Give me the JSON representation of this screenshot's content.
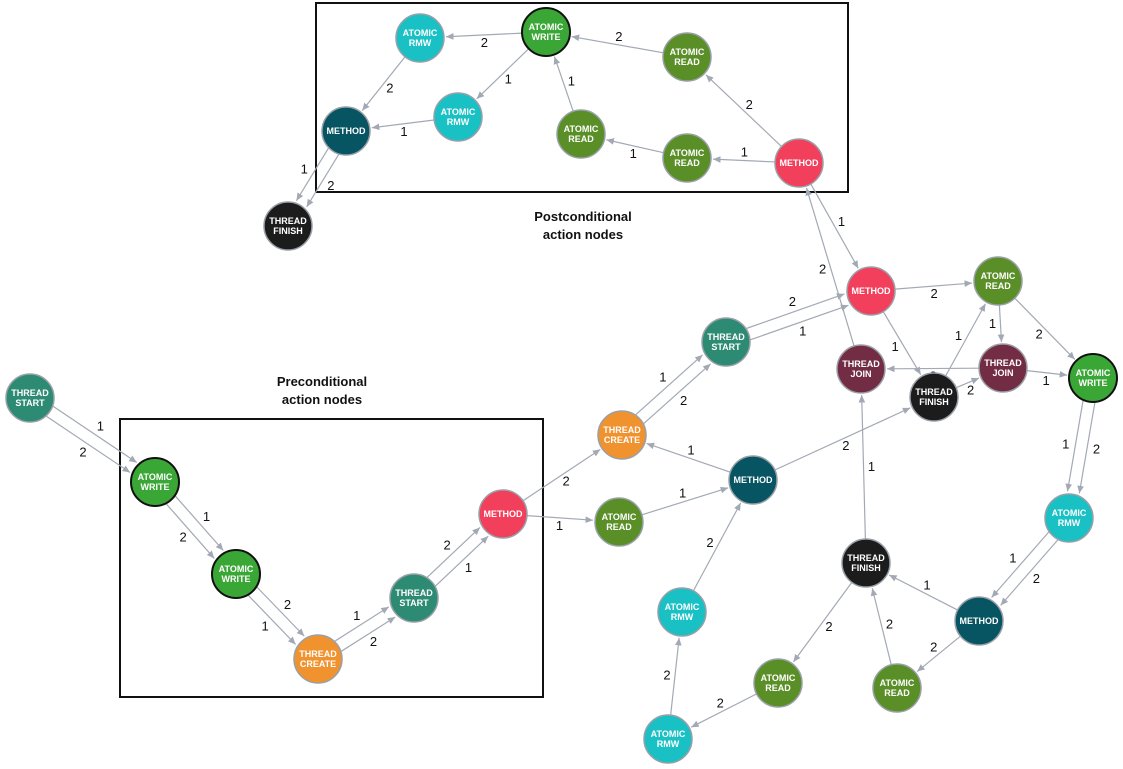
{
  "diagram": {
    "captions": {
      "postconditional": [
        "Postconditional",
        "action nodes"
      ],
      "preconditional": [
        "Preconditional",
        "action nodes"
      ]
    },
    "colors": {
      "thread_start": "#2e8b73",
      "atomic_write": "#3aa636",
      "atomic_rmw": "#19c0c4",
      "thread_create": "#f0922e",
      "method_red": "#f23f5b",
      "method_teal": "#075462",
      "atomic_read": "#5a8f27",
      "thread_join": "#722d45",
      "thread_finish": "#1c1c1c",
      "edge": "#a3a9b4",
      "node_border": "#9aa0a8",
      "node_border_strong": "#111111"
    },
    "nodes": [
      {
        "id": "p_write",
        "label": [
          "ATOMIC",
          "WRITE"
        ],
        "kind": "atomic_write",
        "strong": true
      },
      {
        "id": "p_rmw1",
        "label": [
          "ATOMIC",
          "RMW"
        ],
        "kind": "atomic_rmw"
      },
      {
        "id": "p_read1",
        "label": [
          "ATOMIC",
          "READ"
        ],
        "kind": "atomic_read"
      },
      {
        "id": "p_rmw2",
        "label": [
          "ATOMIC",
          "RMW"
        ],
        "kind": "atomic_rmw"
      },
      {
        "id": "p_method",
        "label": [
          "METHOD"
        ],
        "kind": "method_teal"
      },
      {
        "id": "p_read2",
        "label": [
          "ATOMIC",
          "READ"
        ],
        "kind": "atomic_read"
      },
      {
        "id": "p_read3",
        "label": [
          "ATOMIC",
          "READ"
        ],
        "kind": "atomic_read"
      },
      {
        "id": "p_methodR",
        "label": [
          "METHOD"
        ],
        "kind": "method_red"
      },
      {
        "id": "p_finish",
        "label": [
          "THREAD",
          "FINISH"
        ],
        "kind": "thread_finish"
      },
      {
        "id": "ts0",
        "label": [
          "THREAD",
          "START"
        ],
        "kind": "thread_start"
      },
      {
        "id": "w1",
        "label": [
          "ATOMIC",
          "WRITE"
        ],
        "kind": "atomic_write",
        "strong": true
      },
      {
        "id": "w2",
        "label": [
          "ATOMIC",
          "WRITE"
        ],
        "kind": "atomic_write",
        "strong": true
      },
      {
        "id": "tc1",
        "label": [
          "THREAD",
          "CREATE"
        ],
        "kind": "thread_create"
      },
      {
        "id": "ts1",
        "label": [
          "THREAD",
          "START"
        ],
        "kind": "thread_start"
      },
      {
        "id": "m1",
        "label": [
          "METHOD"
        ],
        "kind": "method_red"
      },
      {
        "id": "tc2",
        "label": [
          "THREAD",
          "CREATE"
        ],
        "kind": "thread_create"
      },
      {
        "id": "ts2",
        "label": [
          "THREAD",
          "START"
        ],
        "kind": "thread_start"
      },
      {
        "id": "r1",
        "label": [
          "ATOMIC",
          "READ"
        ],
        "kind": "atomic_read"
      },
      {
        "id": "m2",
        "label": [
          "METHOD"
        ],
        "kind": "method_teal"
      },
      {
        "id": "m3",
        "label": [
          "METHOD"
        ],
        "kind": "method_red"
      },
      {
        "id": "r2",
        "label": [
          "ATOMIC",
          "READ"
        ],
        "kind": "atomic_read"
      },
      {
        "id": "tj1",
        "label": [
          "THREAD",
          "JOIN"
        ],
        "kind": "thread_join"
      },
      {
        "id": "tf1",
        "label": [
          "THREAD",
          "FINISH"
        ],
        "kind": "thread_finish"
      },
      {
        "id": "tj2",
        "label": [
          "THREAD",
          "JOIN"
        ],
        "kind": "thread_join"
      },
      {
        "id": "w3",
        "label": [
          "ATOMIC",
          "WRITE"
        ],
        "kind": "atomic_write",
        "strong": true
      },
      {
        "id": "rmw3",
        "label": [
          "ATOMIC",
          "RMW"
        ],
        "kind": "atomic_rmw"
      },
      {
        "id": "rmw4",
        "label": [
          "ATOMIC",
          "RMW"
        ],
        "kind": "atomic_rmw"
      },
      {
        "id": "tf2",
        "label": [
          "THREAD",
          "FINISH"
        ],
        "kind": "thread_finish"
      },
      {
        "id": "m4",
        "label": [
          "METHOD"
        ],
        "kind": "method_teal"
      },
      {
        "id": "r3",
        "label": [
          "ATOMIC",
          "READ"
        ],
        "kind": "atomic_read"
      },
      {
        "id": "r4",
        "label": [
          "ATOMIC",
          "READ"
        ],
        "kind": "atomic_read"
      },
      {
        "id": "rmw5",
        "label": [
          "ATOMIC",
          "RMW"
        ],
        "kind": "atomic_rmw"
      }
    ],
    "edges": [
      {
        "from": "p_write",
        "to": "p_rmw1",
        "label": "2"
      },
      {
        "from": "p_rmw1",
        "to": "p_method",
        "label": "2"
      },
      {
        "from": "p_write",
        "to": "p_rmw2",
        "label": "1"
      },
      {
        "from": "p_rmw2",
        "to": "p_method",
        "label": "1"
      },
      {
        "from": "p_read1",
        "to": "p_write",
        "label": "2"
      },
      {
        "from": "p_read2",
        "to": "p_write",
        "label": "1"
      },
      {
        "from": "p_read3",
        "to": "p_read2",
        "label": "1"
      },
      {
        "from": "p_methodR",
        "to": "p_read3",
        "label": "1"
      },
      {
        "from": "p_methodR",
        "to": "p_read1",
        "label": "2"
      },
      {
        "from": "p_method",
        "to": "p_finish",
        "label": "1"
      },
      {
        "from": "p_method",
        "to": "p_finish",
        "label": "2"
      },
      {
        "from": "ts0",
        "to": "w1",
        "label": "1"
      },
      {
        "from": "ts0",
        "to": "w1",
        "label": "2"
      },
      {
        "from": "w1",
        "to": "w2",
        "label": "1"
      },
      {
        "from": "w1",
        "to": "w2",
        "label": "2"
      },
      {
        "from": "w2",
        "to": "tc1",
        "label": "1"
      },
      {
        "from": "w2",
        "to": "tc1",
        "label": "2"
      },
      {
        "from": "tc1",
        "to": "ts1",
        "label": "1"
      },
      {
        "from": "tc1",
        "to": "ts1",
        "label": "2"
      },
      {
        "from": "ts1",
        "to": "m1",
        "label": "1"
      },
      {
        "from": "ts1",
        "to": "m1",
        "label": "2"
      },
      {
        "from": "m1",
        "to": "tc2",
        "label": "2"
      },
      {
        "from": "m1",
        "to": "r1",
        "label": "1"
      },
      {
        "from": "tc2",
        "to": "ts2",
        "label": "1"
      },
      {
        "from": "tc2",
        "to": "ts2",
        "label": "2"
      },
      {
        "from": "ts2",
        "to": "m3",
        "label": "1"
      },
      {
        "from": "ts2",
        "to": "m3",
        "label": "2"
      },
      {
        "from": "r1",
        "to": "m2",
        "label": "1"
      },
      {
        "from": "m2",
        "to": "tc2",
        "label": "1"
      },
      {
        "from": "m2",
        "to": "tf1",
        "label": "2"
      },
      {
        "from": "m3",
        "to": "r2",
        "label": "2"
      },
      {
        "from": "m3",
        "to": "tf1",
        "label": "1"
      },
      {
        "from": "tj1",
        "to": "p_methodR",
        "label": "2"
      },
      {
        "from": "p_methodR",
        "to": "m3",
        "label": "1"
      },
      {
        "from": "r2",
        "to": "tj2",
        "label": "1"
      },
      {
        "from": "r2",
        "to": "w3",
        "label": "2"
      },
      {
        "from": "tf1",
        "to": "r2",
        "label": "1"
      },
      {
        "from": "tf1",
        "to": "tj2",
        "label": "2"
      },
      {
        "from": "tj2",
        "to": "tj1",
        "label": "2"
      },
      {
        "from": "tj2",
        "to": "w3",
        "label": "1"
      },
      {
        "from": "w3",
        "to": "rmw3",
        "label": "1"
      },
      {
        "from": "w3",
        "to": "rmw3",
        "label": "2"
      },
      {
        "from": "rmw3",
        "to": "m4",
        "label": "1"
      },
      {
        "from": "rmw3",
        "to": "m4",
        "label": "2"
      },
      {
        "from": "m4",
        "to": "tf2",
        "label": "1"
      },
      {
        "from": "r4",
        "to": "tf2",
        "label": "2"
      },
      {
        "from": "m4",
        "to": "r4",
        "label": "2"
      },
      {
        "from": "tf2",
        "to": "tj1",
        "label": "1"
      },
      {
        "from": "tf2",
        "to": "r3",
        "label": "2"
      },
      {
        "from": "r3",
        "to": "rmw5",
        "label": "2"
      },
      {
        "from": "rmw5",
        "to": "rmw4",
        "label": "2"
      },
      {
        "from": "rmw4",
        "to": "m2",
        "label": "2"
      }
    ]
  }
}
